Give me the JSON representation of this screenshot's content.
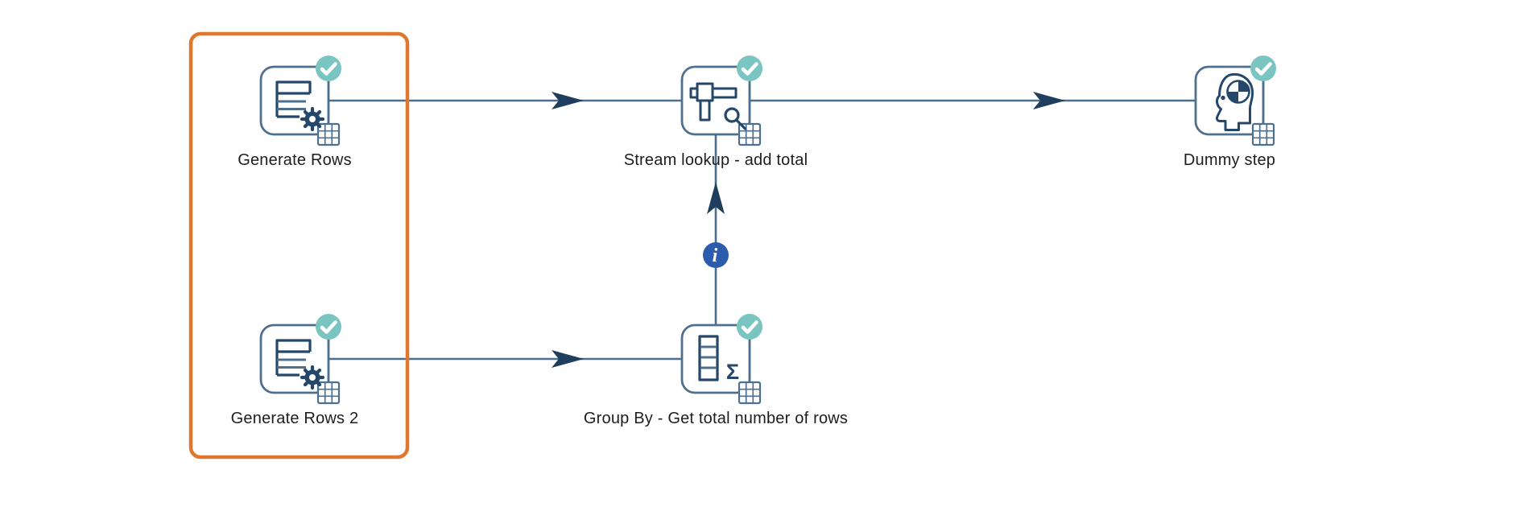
{
  "canvas": {
    "background": "#ffffff"
  },
  "colors": {
    "background": "#ffffff",
    "accent_orange": "#e0772e",
    "node_stroke": "#4e6f8e",
    "icon_navy": "#24476a",
    "line": "#4a6f8e",
    "arrow_navy": "#1f3d5c",
    "badge_teal": "#7ac5c1",
    "info_blue": "#2c5cae",
    "label_color": "#1d1d1f"
  },
  "glyphs": {
    "sigma": "Σ",
    "info": "i"
  },
  "nodes": [
    {
      "label": "Generate Rows",
      "icon": "rows-gear-icon",
      "status": "succeeded",
      "selected": true
    },
    {
      "label": "Stream lookup - add total",
      "icon": "stream-lookup-icon",
      "status": "succeeded",
      "selected": false
    },
    {
      "label": "Dummy step",
      "icon": "dummy-head-icon",
      "status": "succeeded",
      "selected": false
    },
    {
      "label": "Generate Rows 2",
      "icon": "rows-gear-icon",
      "status": "succeeded",
      "selected": true
    },
    {
      "label": "Group By - Get total number of rows",
      "icon": "group-by-sigma-icon",
      "status": "succeeded",
      "selected": false
    }
  ],
  "hops": [
    {
      "from": "Generate Rows",
      "to": "Stream lookup - add total",
      "kind": "data"
    },
    {
      "from": "Stream lookup - add total",
      "to": "Dummy step",
      "kind": "data"
    },
    {
      "from": "Generate Rows 2",
      "to": "Group By - Get total number of rows",
      "kind": "data"
    },
    {
      "from": "Group By - Get total number of rows",
      "to": "Stream lookup - add total",
      "kind": "info"
    }
  ],
  "selection": {
    "selected_step_labels": [
      "Generate Rows",
      "Generate Rows 2"
    ]
  }
}
